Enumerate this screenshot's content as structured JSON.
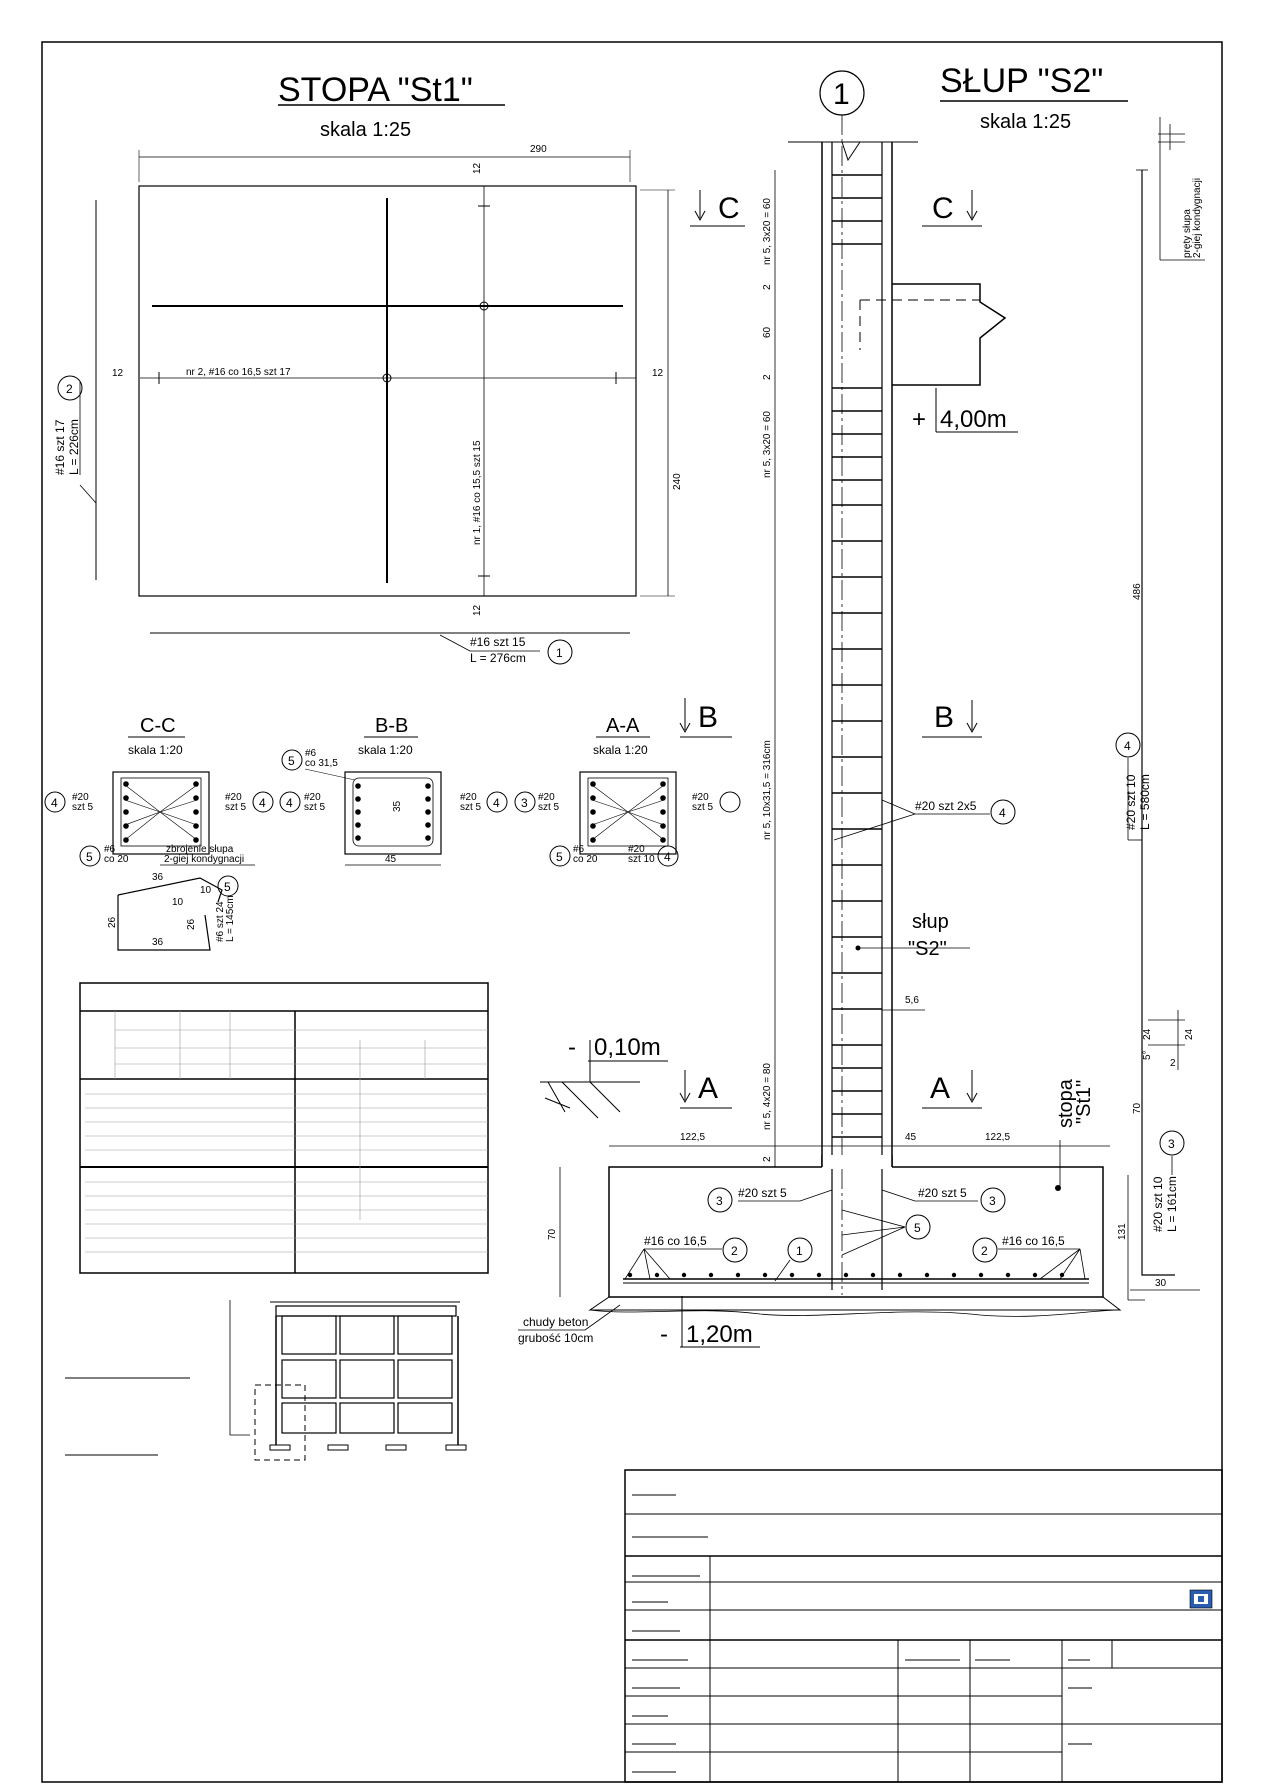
{
  "footing": {
    "title": "STOPA \"St1\"",
    "scale": "skala 1:25",
    "dim_width": "290",
    "dim_height": "240",
    "dim_cover": "12",
    "bar1_text": "nr 1, #16 co 15,5 szt 15",
    "bar2_text": "nr 2, #16 co 16,5 szt 17",
    "left_tag_bar": "#16 szt 17",
    "left_tag_len": "L = 226cm",
    "left_tag_no": "2",
    "bottom_tag_bar": "#16 szt 15",
    "bottom_tag_len": "L = 276cm",
    "bottom_tag_no": "1"
  },
  "column": {
    "title": "SŁUP \"S2\"",
    "scale": "skala 1:25",
    "axis_no": "1",
    "stirrup_upper": "nr 5, 3x20 = 60",
    "dim_2": "2",
    "dim_60": "60",
    "stirrup_mid": "nr 5, 3x20 = 60",
    "stirrup_long": "nr 5, 10x31,5 = 316cm",
    "stirrup_low": "nr 5, 4x20 = 80",
    "level_top": "4,00m",
    "level_top_sign": "+",
    "level_ground": "0,10m",
    "level_ground_sign": "-",
    "level_bottom": "1,20m",
    "level_bottom_sign": "-",
    "sec_c": "C",
    "sec_b": "B",
    "sec_a": "A",
    "bar4_tag": "#20 szt 2x5",
    "bar4_no": "4",
    "column_label_1": "słup",
    "column_label_2": "\"S2\"",
    "dim_56": "5,6",
    "footing_label_1": "stopa",
    "footing_label_2": "\"St1\"",
    "dim_1225_left": "122,5",
    "dim_45": "45",
    "dim_1225_right": "122,5",
    "dim_70": "70",
    "dim_131": "131",
    "dim_30": "30",
    "bar3_left": "#20 szt 5",
    "bar3_right": "#20 szt 5",
    "bar3_no": "3",
    "bar5_no": "5",
    "bar2_left": "#16 co 16,5",
    "bar2_right": "#16 co 16,5",
    "bar2_no": "2",
    "bar1_no": "1",
    "lean_concrete_1": "chudy beton",
    "lean_concrete_2": "grubość 10cm",
    "right_rebar_note_1": "pręty słupa",
    "right_rebar_note_2": "2-giej kondygnacji",
    "right_dim_486": "486",
    "right_bar4_a": "#20 szt 10",
    "right_bar4_b": "L = 580cm",
    "right_bar4_no": "4",
    "right_bar3_a": "#20 szt 10",
    "right_bar3_b": "L = 161cm",
    "right_bar3_no": "3",
    "right_dim_24a": "24",
    "right_dim_24b": "24",
    "right_dim_5": "5°",
    "right_dim_2": "2",
    "right_dim_70": "70"
  },
  "sections": {
    "cc_title": "C-C",
    "cc_scale": "skala 1:20",
    "bb_title": "B-B",
    "bb_scale": "skala 1:20",
    "aa_title": "A-A",
    "aa_scale": "skala 1:20",
    "bar20": "#20",
    "szt5": "szt 5",
    "bar6": "#6",
    "co20": "co 20",
    "co315": "co 31,5",
    "szt10": "szt 10",
    "no4": "4",
    "no3": "3",
    "no5": "5",
    "cc_note_1": "zbrojenie słupa",
    "cc_note_2": "2-giej kondygnacji",
    "bb_dim_35": "35",
    "bb_dim_45": "45"
  },
  "stirrup_shape": {
    "d36a": "36",
    "d10a": "10",
    "d10b": "10",
    "d26a": "26",
    "d26b": "26",
    "d36b": "36",
    "bar": "#6 szt 24",
    "len": "L = 145cm",
    "no": "5"
  }
}
